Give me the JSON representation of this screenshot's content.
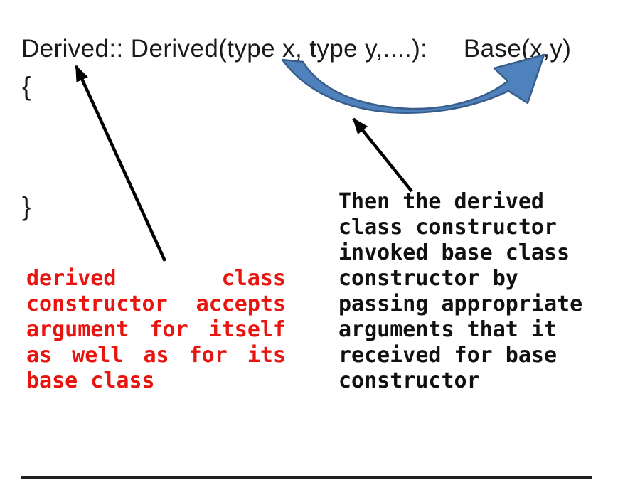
{
  "slide": {
    "title_line": "Derived:: Derived(type x, type y,....):     Base(x,y)",
    "open_brace": "{",
    "close_brace": "}",
    "red_note": "derived class constructor accepts argument for itself as well as for its base class",
    "black_note": "Then the derived class constructor invoked base class constructor by passing appropriate arguments that it received for base constructor",
    "colors": {
      "background": "#ffffff",
      "note_red": "#e8140f",
      "arrow_black": "#000000",
      "blue_fill": "#4f81bd",
      "blue_stroke": "#385d8a",
      "bottom_bar": "#1f1f1f"
    }
  }
}
